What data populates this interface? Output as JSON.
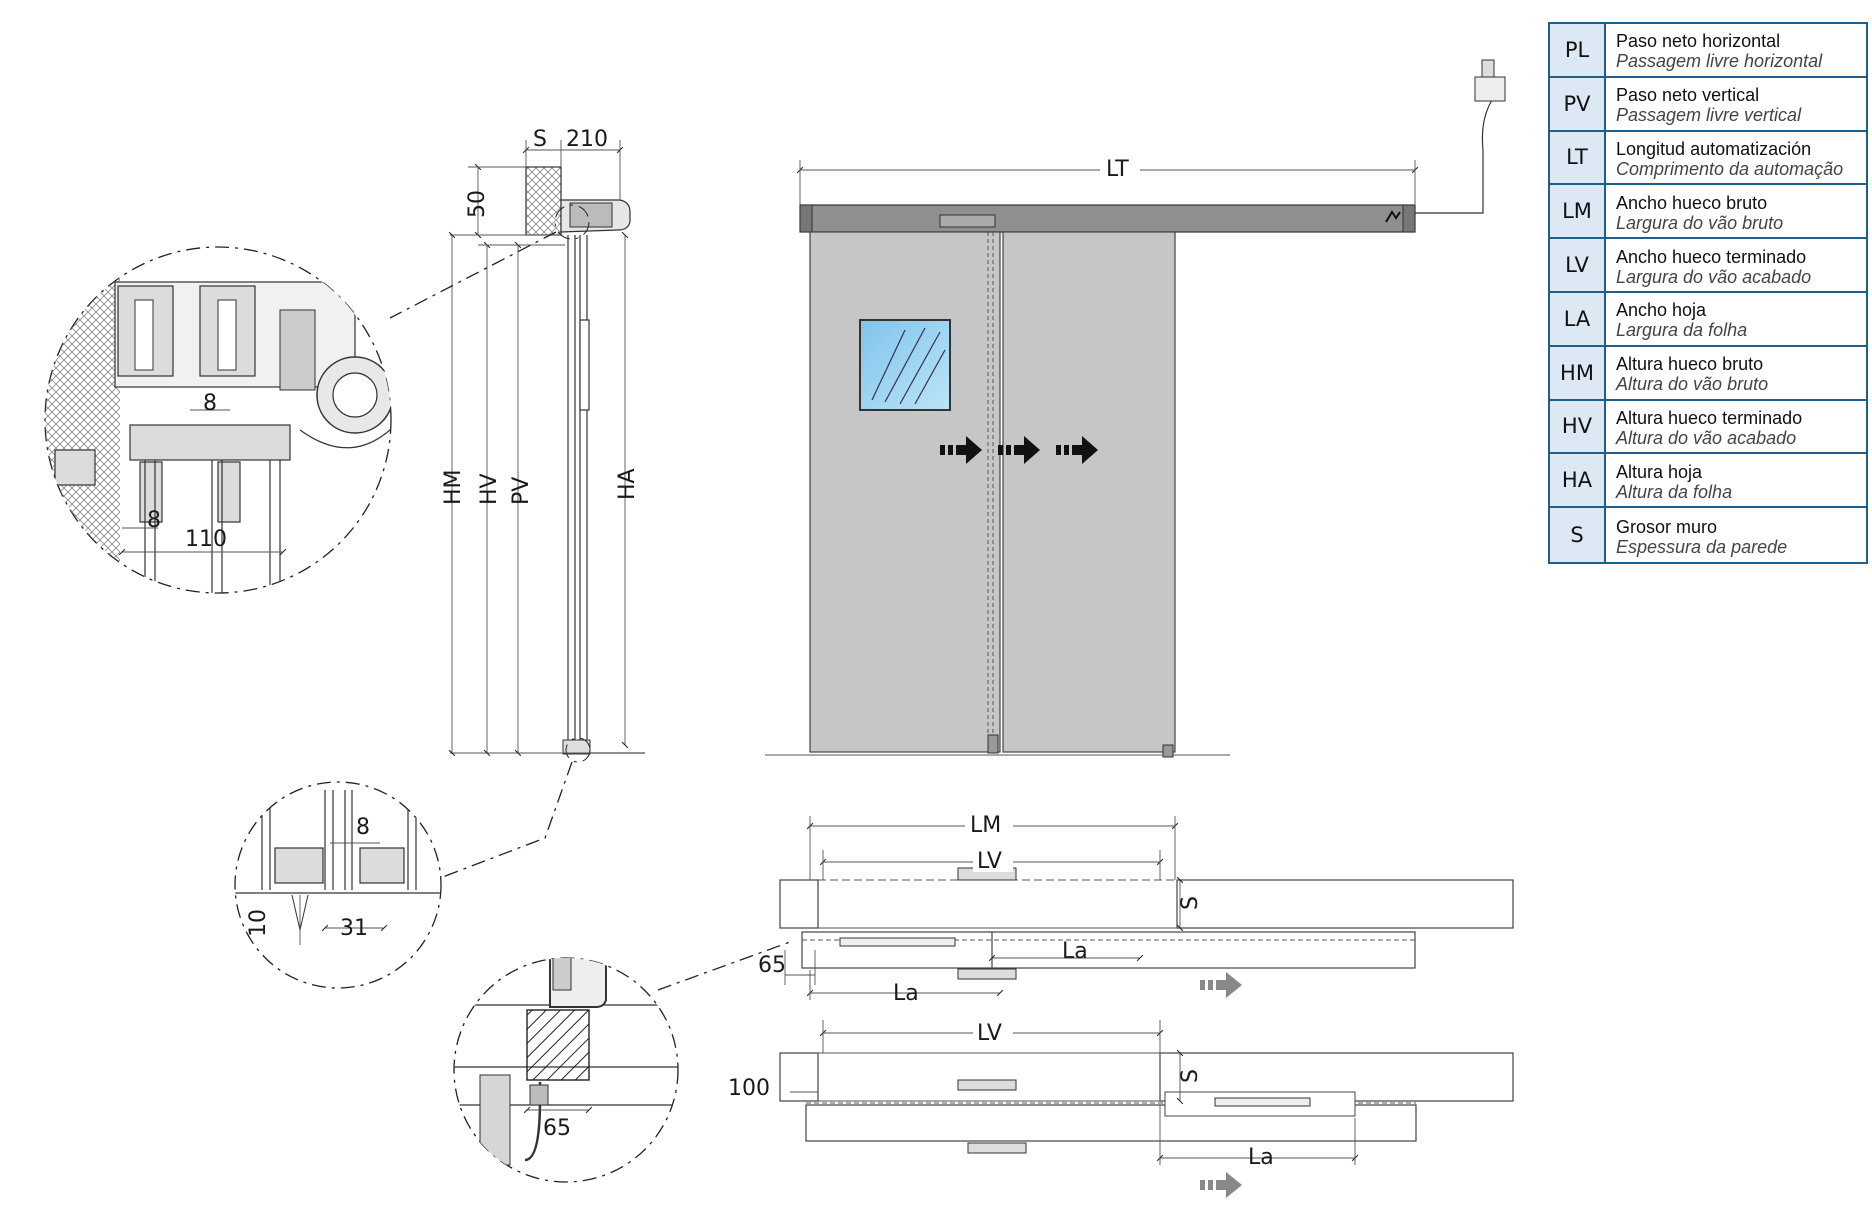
{
  "legend": [
    {
      "code": "PL",
      "es": "Paso neto horizontal",
      "pt": "Passagem livre horizontal"
    },
    {
      "code": "PV",
      "es": "Paso neto vertical",
      "pt": "Passagem livre vertical"
    },
    {
      "code": "LT",
      "es": "Longitud automatización",
      "pt": "Comprimento da automação"
    },
    {
      "code": "LM",
      "es": "Ancho hueco bruto",
      "pt": "Largura do vão bruto"
    },
    {
      "code": "LV",
      "es": "Ancho hueco terminado",
      "pt": "Largura do vão acabado"
    },
    {
      "code": "LA",
      "es": "Ancho hoja",
      "pt": "Largura da folha"
    },
    {
      "code": "HM",
      "es": "Altura hueco bruto",
      "pt": "Altura do vão bruto"
    },
    {
      "code": "HV",
      "es": "Altura hueco terminado",
      "pt": "Altura do vão acabado"
    },
    {
      "code": "HA",
      "es": "Altura hoja",
      "pt": "Altura da folha"
    },
    {
      "code": "S",
      "es": "Grosor muro",
      "pt": "Espessura da parede"
    }
  ],
  "section": {
    "wall": "S",
    "width": "210",
    "top": "50",
    "hm": "HM",
    "hv": "HV",
    "pv": "PV",
    "ha": "HA"
  },
  "detail_top": {
    "gap": "8",
    "offset": "8",
    "width": "110"
  },
  "detail_bottom": {
    "gap": "8",
    "height": "10",
    "width": "31"
  },
  "detail_plan": {
    "depth": "65"
  },
  "elevation": {
    "lt": "LT"
  },
  "plan_a": {
    "lm": "LM",
    "lv": "LV",
    "s": "S",
    "offset": "65",
    "la1": "La",
    "la2": "La"
  },
  "plan_b": {
    "lv": "LV",
    "s": "S",
    "offset": "100",
    "la": "La"
  }
}
